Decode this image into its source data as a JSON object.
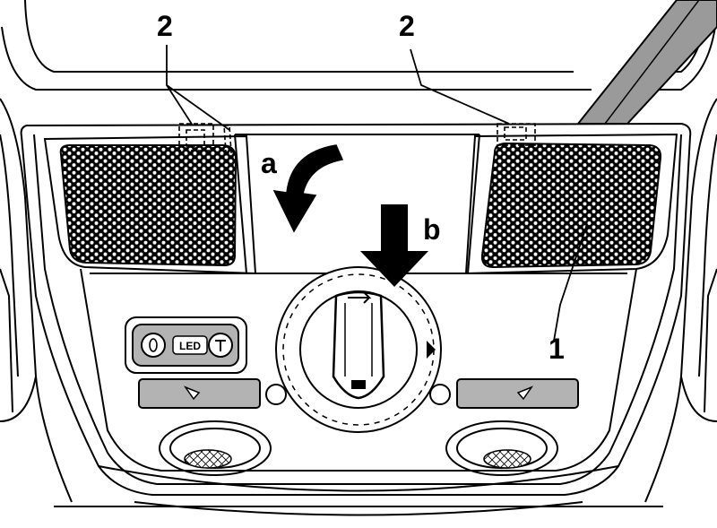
{
  "labels": {
    "clip_left": "2",
    "clip_right": "2",
    "housing": "1",
    "step_a": "a",
    "step_b": "b"
  },
  "button_panel": {
    "center_text": "LED"
  },
  "icons": {
    "pry_tool": "flat-pry-tool-icon",
    "arrow_a": "curved-arrow-icon",
    "arrow_b": "down-arrow-icon"
  },
  "colors": {
    "line": "#000000",
    "background": "#ffffff",
    "tool_fill": "#9a9a9a",
    "button_fill": "#b3b3b3"
  }
}
